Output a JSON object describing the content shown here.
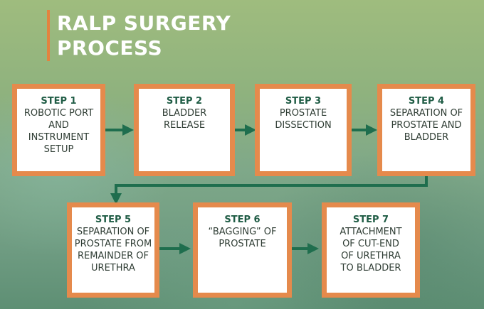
{
  "title": {
    "line1": "RALP SURGERY",
    "line2": "PROCESS"
  },
  "steps": [
    {
      "label": "STEP 1",
      "text": "ROBOTIC PORT AND INSTRUMENT SETUP"
    },
    {
      "label": "STEP 2",
      "text": "BLADDER RELEASE"
    },
    {
      "label": "STEP 3",
      "text": "PROSTATE DISSECTION"
    },
    {
      "label": "STEP 4",
      "text": "SEPARATION OF PROSTATE AND BLADDER"
    },
    {
      "label": "STEP 5",
      "text": "SEPARATION OF PROSTATE FROM REMAINDER OF URETHRA"
    },
    {
      "label": "STEP 6",
      "text": "“BAGGING” OF PROSTATE"
    },
    {
      "label": "STEP 7",
      "text": "ATTACHMENT OF CUT-END OF URETHRA TO BLADDER"
    }
  ],
  "colors": {
    "box_border": "#e58a4c",
    "arrow": "#1f6e4e",
    "step_label": "#1f5c45"
  }
}
